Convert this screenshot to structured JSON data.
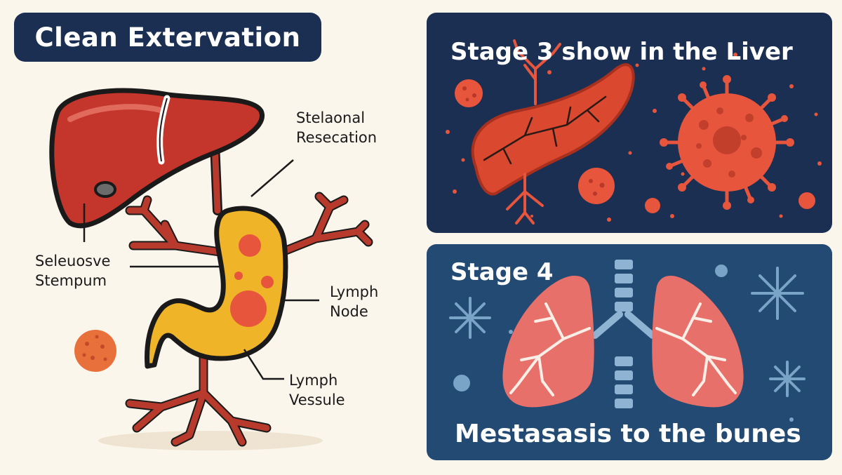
{
  "left": {
    "title": "Clean Extervation",
    "labels": {
      "top_right_line1": "Stelaonal",
      "top_right_line2": "Resecation",
      "left_line1": "Seleuosve",
      "left_line2": "Stempum",
      "node_line1": "Lymph",
      "node_line2": "Node",
      "vessel_line1": "Lymph",
      "vessel_line2": "Vessule"
    }
  },
  "panel_liver": {
    "title": "Stage 3 show in the Liver"
  },
  "panel_lungs": {
    "title": "Stage 4",
    "caption": "Mestasasis  to the bunes"
  },
  "colors": {
    "navy": "#1b2f52",
    "blue_panel": "#234a72",
    "liver_red": "#c4352b",
    "stomach_yellow": "#f0b429",
    "spot_orange": "#e8553d",
    "lung_pink": "#e8706a",
    "background": "#fbf6ec"
  }
}
